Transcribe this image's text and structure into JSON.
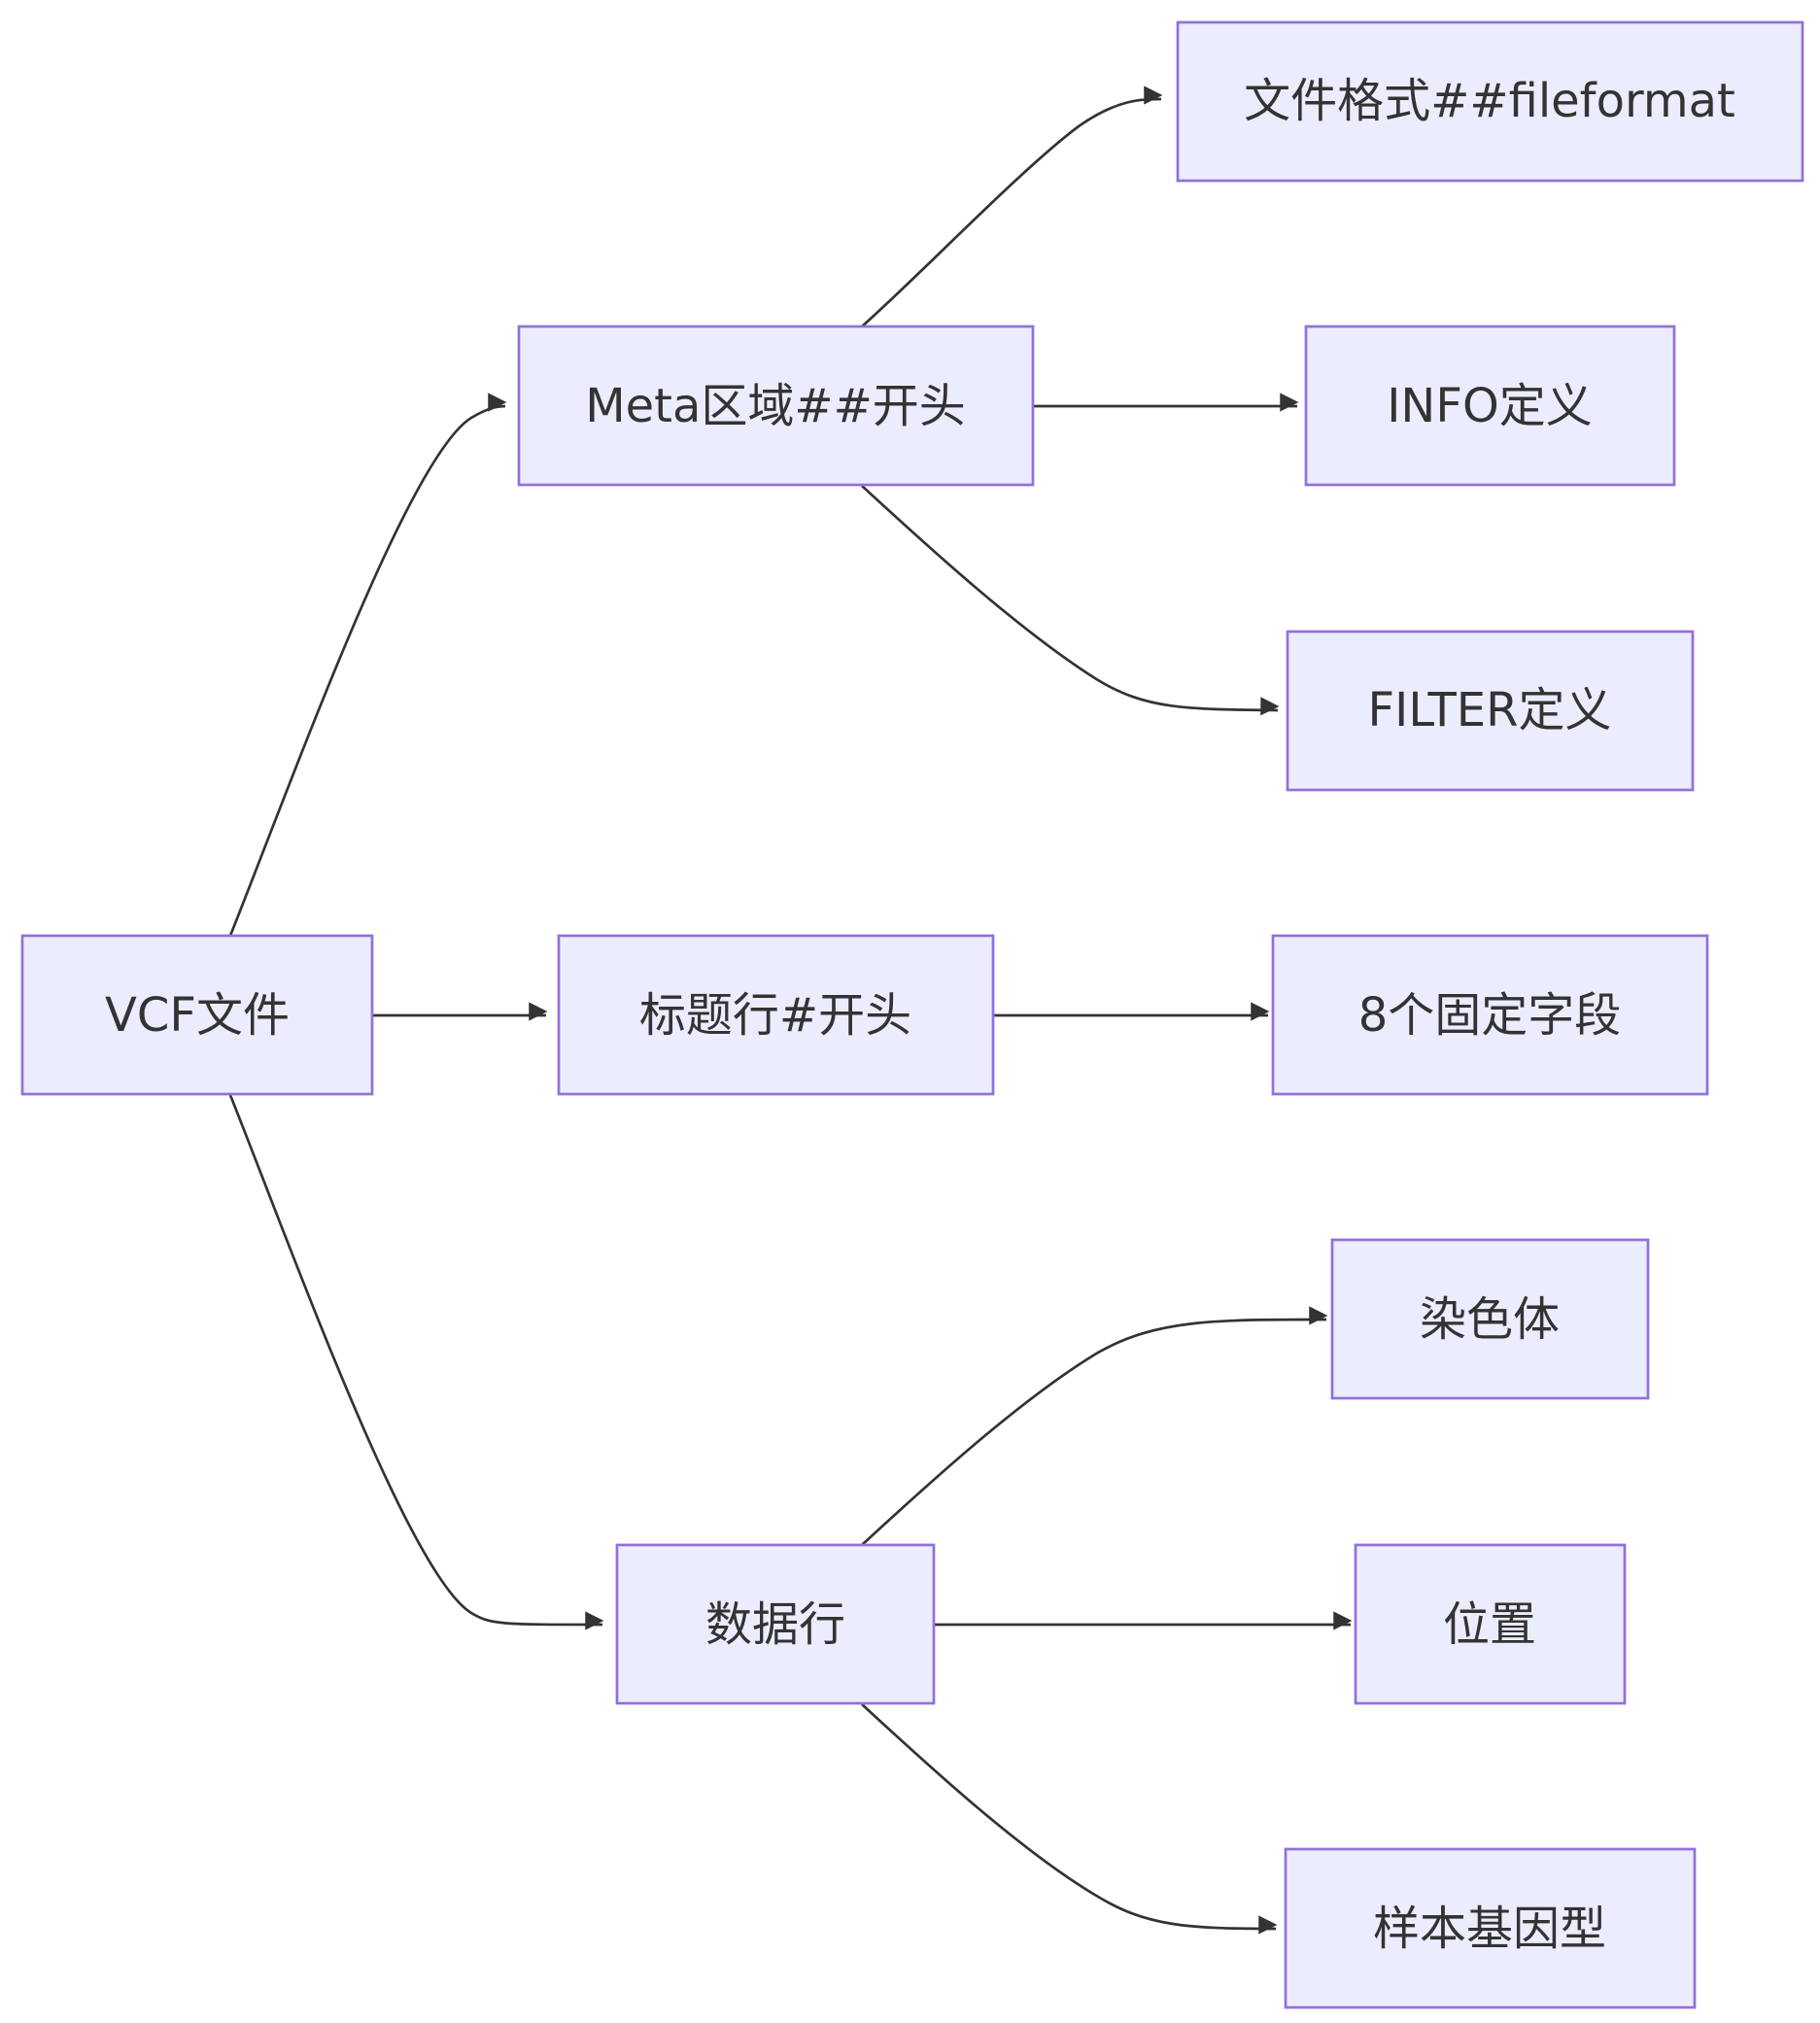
{
  "diagram": {
    "colors": {
      "node_fill": "#ececff",
      "node_stroke": "#9370db",
      "edge": "#333333",
      "text": "#333333"
    },
    "nodes": {
      "vcf": "VCF文件",
      "meta": "Meta区域##开头",
      "header": "标题行#开头",
      "data": "数据行",
      "fileformat": "文件格式##fileformat",
      "info": "INFO定义",
      "filter": "FILTER定义",
      "fixed": "8个固定字段",
      "chrom": "染色体",
      "pos": "位置",
      "genotype": "样本基因型"
    },
    "edges": [
      {
        "from": "vcf",
        "to": "meta"
      },
      {
        "from": "vcf",
        "to": "header"
      },
      {
        "from": "vcf",
        "to": "data"
      },
      {
        "from": "meta",
        "to": "fileformat"
      },
      {
        "from": "meta",
        "to": "info"
      },
      {
        "from": "meta",
        "to": "filter"
      },
      {
        "from": "header",
        "to": "fixed"
      },
      {
        "from": "data",
        "to": "chrom"
      },
      {
        "from": "data",
        "to": "pos"
      },
      {
        "from": "data",
        "to": "genotype"
      }
    ]
  }
}
